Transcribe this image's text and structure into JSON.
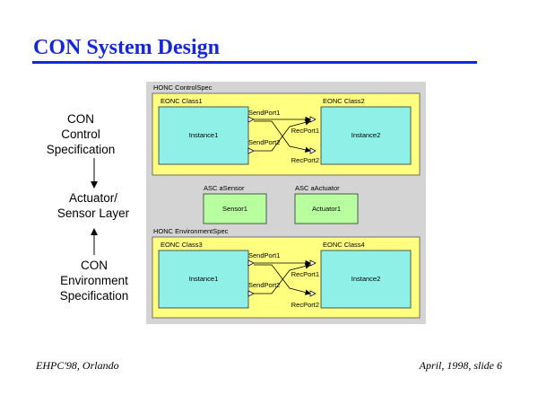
{
  "slide": {
    "title": "CON System Design"
  },
  "side_labels": {
    "control": [
      "CON",
      "Control",
      "Specification"
    ],
    "actuator": [
      "Actuator/",
      "Sensor Layer"
    ],
    "environment": [
      "CON",
      "Environment",
      "Specification"
    ]
  },
  "diagram": {
    "control_spec": {
      "label": "HONC ControlSpec",
      "class_left": "EONC Class1",
      "class_right": "EONC Class2",
      "instance_left": "Instance1",
      "instance_right": "Instance2",
      "send_port1": "SendPort1",
      "send_port2": "SendPort2",
      "rec_port1": "RecPort1",
      "rec_port2": "RecPort2"
    },
    "asc_sensor": {
      "label": "ASC aSensor",
      "block": "Sensor1"
    },
    "asc_actuator": {
      "label": "ASC aActuator",
      "block": "Actuator1"
    },
    "environment_spec": {
      "label": "HONC EnvironmentSpec",
      "class_left": "EONC Class3",
      "class_right": "EONC Class4",
      "instance_left": "Instance1",
      "instance_right": "Instance2",
      "send_port1": "SendPort1",
      "send_port2": "SendPort2",
      "rec_port1": "RecPort1",
      "rec_port2": "RecPort2"
    },
    "colors": {
      "panel": "#d4d4d4",
      "spec_fill": "#ffff80",
      "instance_fill": "#8ff0e8",
      "asc_fill": "#b8ffa0"
    }
  },
  "footer": {
    "left": "EHPC'98, Orlando",
    "right": "April, 1998, slide 6"
  }
}
